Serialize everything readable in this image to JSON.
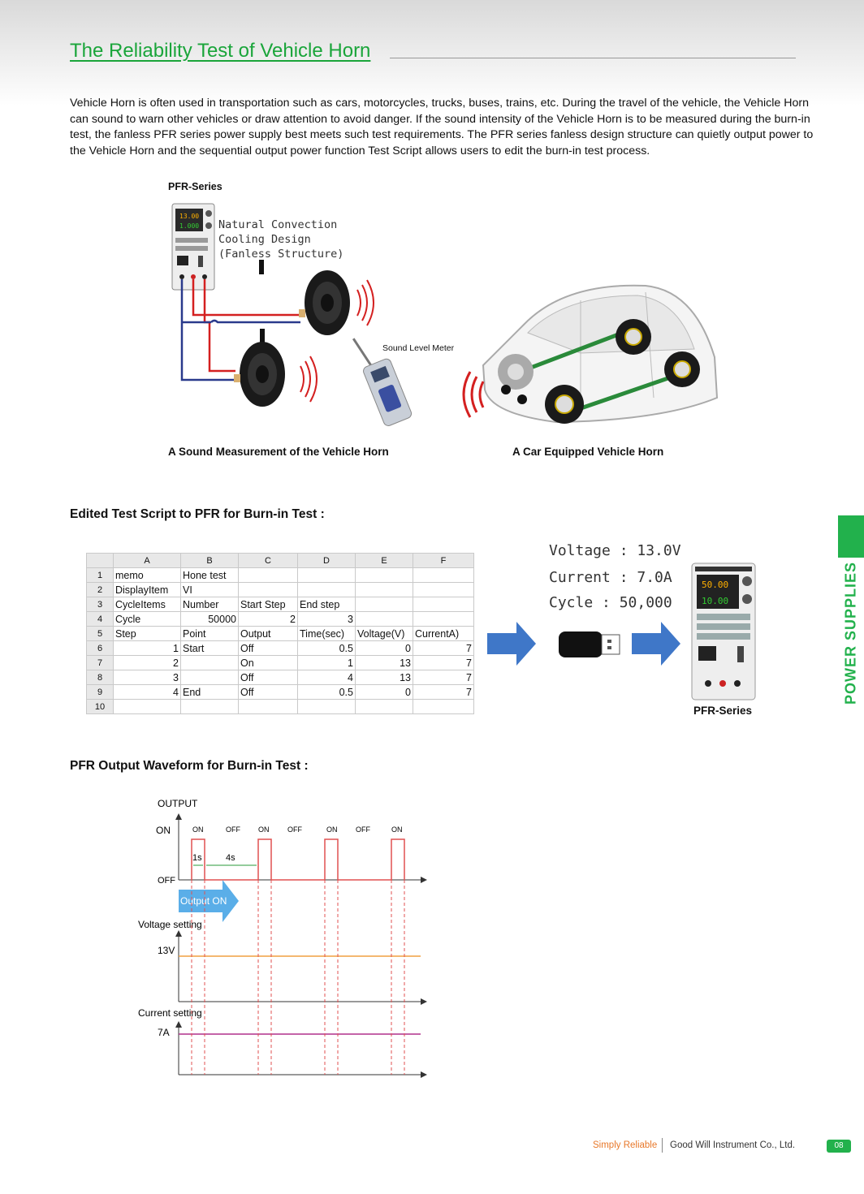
{
  "title": "The Reliability Test of Vehicle Horn",
  "intro": "Vehicle Horn is often used in transportation such as cars, motorcycles, trucks, buses, trains, etc. During the travel of the vehicle, the Vehicle Horn can sound to warn other vehicles or draw attention to avoid danger. If the sound intensity of the Vehicle Horn is to be measured during the burn-in test, the fanless PFR series power supply best meets such test requirements. The PFR series fanless design structure can quietly output power to the Vehicle Horn and the sequential output power function Test Script allows users to edit the burn-in test process.",
  "figure1": {
    "series_label": "PFR-Series",
    "feature_lines": [
      "Natural Convection",
      "Cooling Design",
      "(Fanless Structure)"
    ],
    "meter_label": "Sound Level Meter",
    "display_top": "13.00",
    "display_bottom": "1.000",
    "caption_left": "A Sound Measurement of the Vehicle Horn",
    "caption_right": "A Car Equipped Vehicle Horn"
  },
  "section2": {
    "heading": "Edited Test Script to PFR for Burn-in Test :",
    "columns": [
      "A",
      "B",
      "C",
      "D",
      "E",
      "F"
    ],
    "rows": [
      [
        "memo",
        "Hone test",
        "",
        "",
        "",
        ""
      ],
      [
        "DisplayItem",
        "VI",
        "",
        "",
        "",
        ""
      ],
      [
        "CycleItems",
        "Number",
        "Start Step",
        "End step",
        "",
        ""
      ],
      [
        "Cycle",
        "50000",
        "2",
        "3",
        "",
        ""
      ],
      [
        "Step",
        "Point",
        "Output",
        "Time(sec)",
        "Voltage(V)",
        "CurrentA)"
      ],
      [
        "1",
        "Start",
        "Off",
        "0.5",
        "0",
        "7"
      ],
      [
        "2",
        "",
        "On",
        "1",
        "13",
        "7"
      ],
      [
        "3",
        "",
        "Off",
        "4",
        "13",
        "7"
      ],
      [
        "4",
        "End",
        "Off",
        "0.5",
        "0",
        "7"
      ],
      [
        "",
        "",
        "",
        "",
        "",
        ""
      ]
    ],
    "settings": [
      "Voltage : 13.0V",
      "Current : 7.0A",
      "Cycle : 50,000"
    ],
    "device_label": "PFR-Series",
    "device_display_top": "50.00",
    "device_display_bottom": "10.00"
  },
  "section3": {
    "heading": "PFR Output Waveform for Burn-in Test :",
    "output_label": "OUTPUT",
    "on_label": "ON",
    "off_label": "OFF",
    "states": [
      "ON",
      "OFF",
      "ON",
      "OFF",
      "ON",
      "OFF",
      "ON"
    ],
    "t_on": "1s",
    "t_off": "4s",
    "arrow_label": "Output ON",
    "voltage_label": "Voltage setting",
    "voltage_value": "13V",
    "current_label": "Current setting",
    "current_value": "7A"
  },
  "side_tab": "POWER SUPPLIES",
  "footer": {
    "slogan": "Simply Reliable",
    "company": "Good Will Instrument Co., Ltd.",
    "page": "08"
  },
  "colors": {
    "accent": "#22b14c",
    "slogan": "#e8782a",
    "wire_red": "#d42020",
    "wire_blue": "#2a3a8c",
    "arrow_blue": "#3f77c8",
    "voltage_line": "#f0a040",
    "current_line": "#b0308c",
    "pulse": "#e05050"
  }
}
